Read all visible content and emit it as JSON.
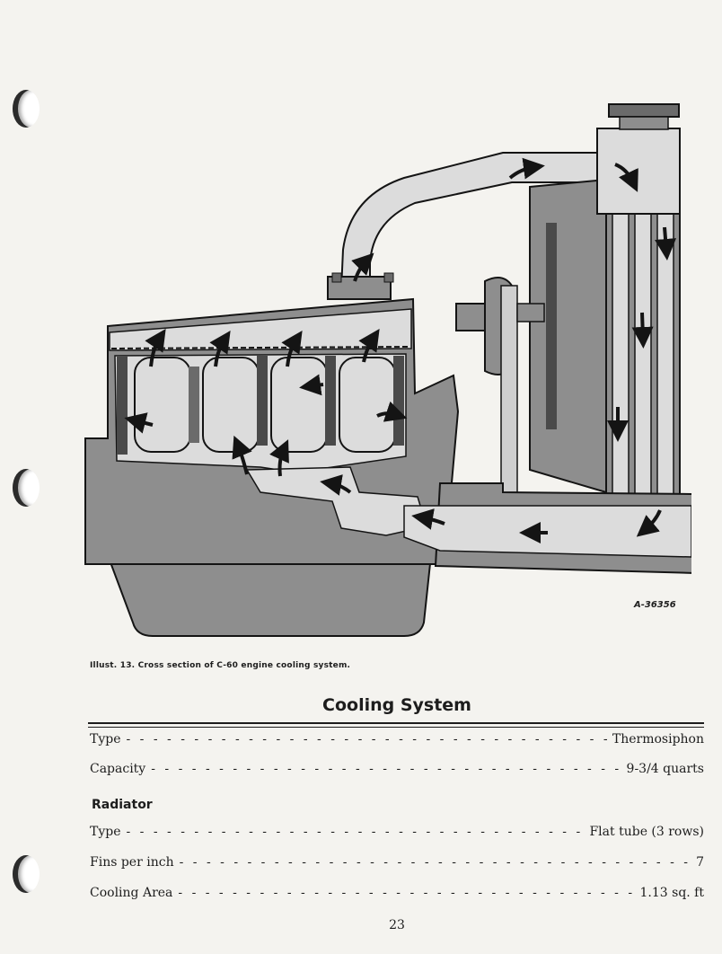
{
  "figure": {
    "id_label": "A-36356",
    "caption": "Illust. 13.  Cross section of C-60 engine cooling system.",
    "colors": {
      "metal": "#8e8e8e",
      "metal_dark": "#4a4a4a",
      "coolant": "#dcdcdc",
      "ink": "#141414"
    }
  },
  "section": {
    "title": "Cooling System",
    "rows": [
      {
        "label": "Type",
        "value": "Thermosiphon"
      },
      {
        "label": "Capacity",
        "value": "9-3/4 quarts"
      }
    ]
  },
  "radiator": {
    "heading": "Radiator",
    "rows": [
      {
        "label": "Type",
        "value": "Flat tube (3 rows)"
      },
      {
        "label": "Fins per inch",
        "value": "7"
      },
      {
        "label": "Cooling Area",
        "value": "1.13 sq. ft"
      }
    ]
  },
  "page_number": "23"
}
